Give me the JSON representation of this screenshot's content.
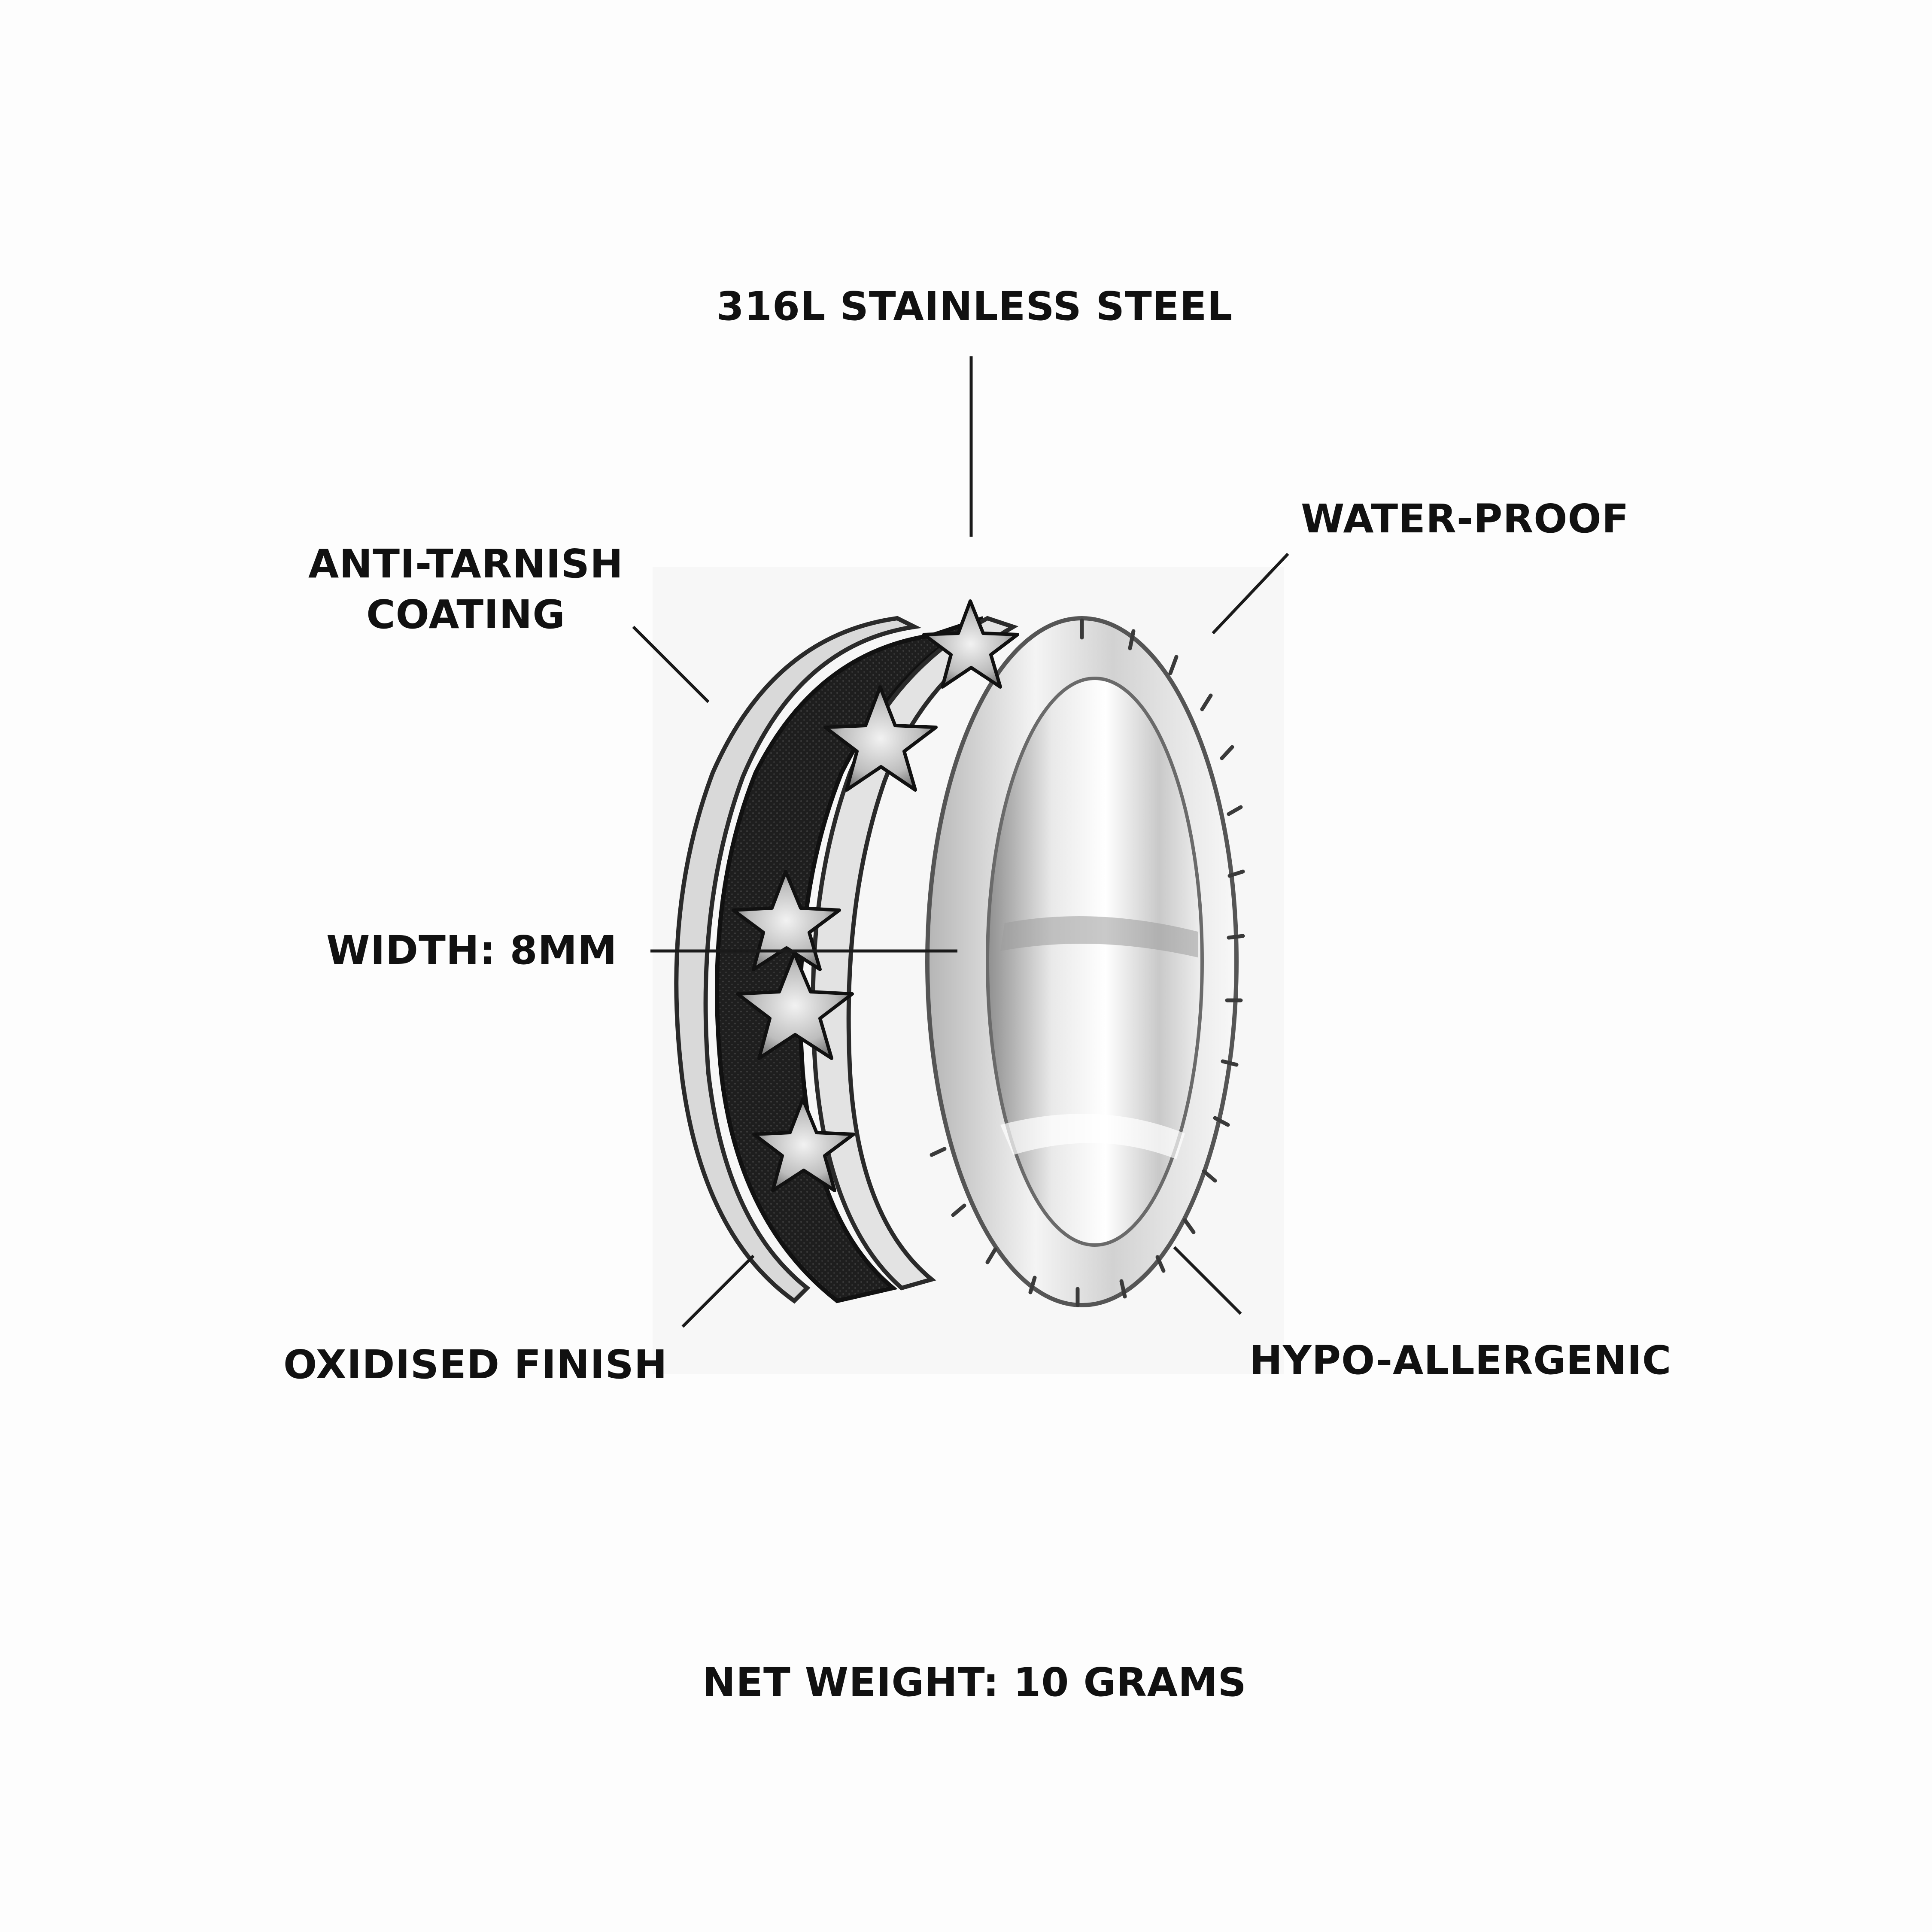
{
  "features": {
    "material": "316L STAINLESS STEEL",
    "waterproof": "WATER-PROOF",
    "coating_line1": "ANTI-TARNISH",
    "coating_line2": "COATING",
    "width": "WIDTH: 8MM",
    "finish": "OXIDISED FINISH",
    "allergy": "HYPO-ALLERGENIC"
  },
  "weight": "NET WEIGHT: 10 GRAMS",
  "product": {
    "description": "Stainless steel band ring with raised star pattern and notched edges",
    "colors": {
      "steel": "#e6e6e6",
      "oxidised": "#1c1c1c",
      "text": "#111111"
    }
  }
}
